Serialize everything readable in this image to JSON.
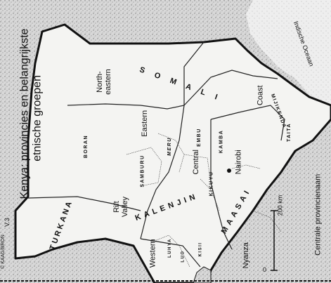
{
  "map": {
    "title_line1": "Kenya: provincies en belangrijkste",
    "title_line2": "etnische groepen",
    "figure_number": "V.3",
    "credit": "© KAAG/BRON",
    "provinces": {
      "north_eastern": "North-\neastern",
      "eastern": "Eastern",
      "coast": "Coast",
      "central": "Central",
      "rift_valley": "Rift\nValley",
      "western": "Western",
      "nyanza": "Nyanza",
      "nairobi": "Nairobi"
    },
    "ethnic_groups": {
      "somali": "S O M A L I",
      "boran": "BORAN",
      "turkana": "TURKANA",
      "samburu": "SAMBURU",
      "meru": "MERU",
      "embu": "EMBU",
      "kamba": "KAMBA",
      "kikuyu": "KIKUYU",
      "kalenjin": "KALENJIN",
      "maasai": "MAASAI",
      "mijikenda": "MIJIKENDA",
      "taita": "TAITA",
      "luhya": "LUHYA",
      "luo": "LUO",
      "kisii": "KISII"
    },
    "sea_label": "Indische Oceaan",
    "legend_title": "Centrale provincienaam",
    "scale_label": "200 km",
    "scale_zero": "0"
  }
}
